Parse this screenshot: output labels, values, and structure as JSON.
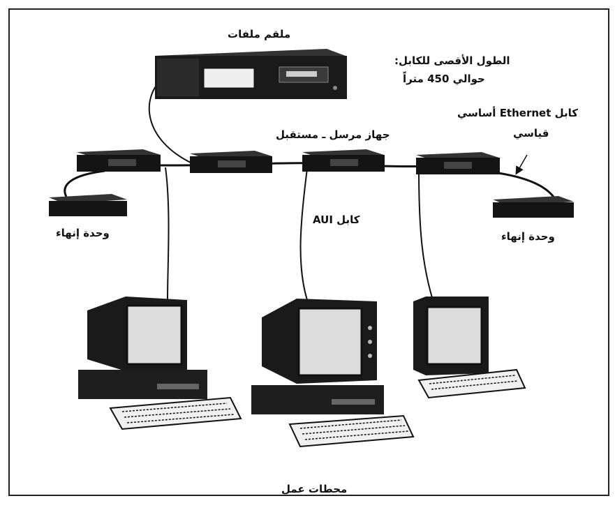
{
  "labels": {
    "file_server": "ملقم ملفات",
    "max_length_line1": "الطول الأقصى للكابل:",
    "max_length_line2": "حوالي 450 متراً",
    "ethernet_cable_line1": "كابل Ethernet أساسي",
    "ethernet_cable_line2": "قياسي",
    "transceiver": "جهاز مرسل ـ مستقبل",
    "aui_cable": "كابل AUI",
    "terminator_left": "وحدة إنهاء",
    "terminator_right": "وحدة إنهاء",
    "workstations": "محطات عمل"
  }
}
